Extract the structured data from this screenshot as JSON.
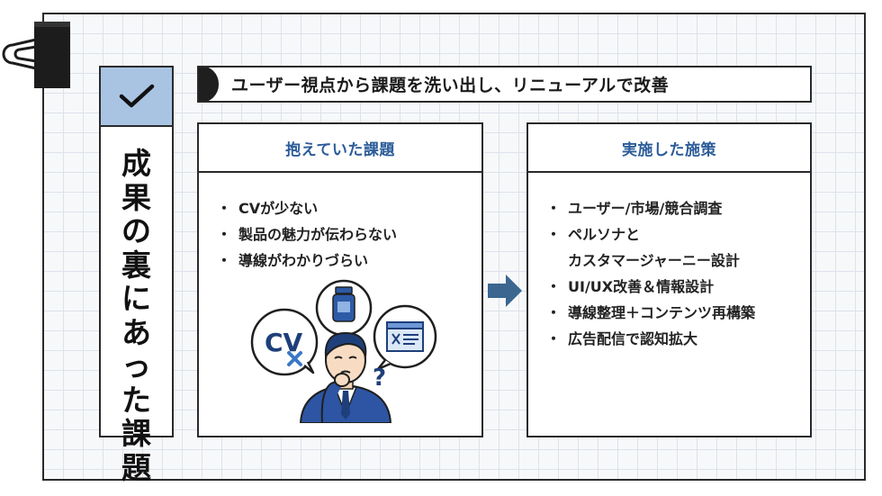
{
  "sidebar": {
    "title_chars": [
      "成",
      "果",
      "の",
      "裏",
      "に",
      "あ",
      "っ",
      "た",
      "課",
      "題"
    ]
  },
  "banner": {
    "text": "ユーザー視点から課題を洗い出し、リニューアルで改善"
  },
  "panels": {
    "left": {
      "heading": "抱えていた課題",
      "items": [
        "CVが少ない",
        "製品の魅力が伝わらない",
        "導線がわかりづらい"
      ]
    },
    "right": {
      "heading": "実施した施策",
      "items": [
        "ユーザー/市場/競合調査",
        "ペルソナと",
        "カスタマージャーニー設計",
        "UI/UX改善＆情報設計",
        "導線整理＋コンテンツ再構築",
        "広告配信で認知拡大"
      ]
    }
  },
  "illustration": {
    "bubble_text": "CV",
    "question_mark": "?"
  },
  "colors": {
    "accent_blue": "#2c5c99",
    "check_box_bg": "#a9c4e3",
    "arrow": "#3a6690",
    "x_mark": "#3a78c8"
  },
  "icons": [
    "binder-clip-icon",
    "checkmark-icon",
    "arrow-right-icon",
    "bottle-icon",
    "window-icon",
    "x-mark-icon"
  ]
}
